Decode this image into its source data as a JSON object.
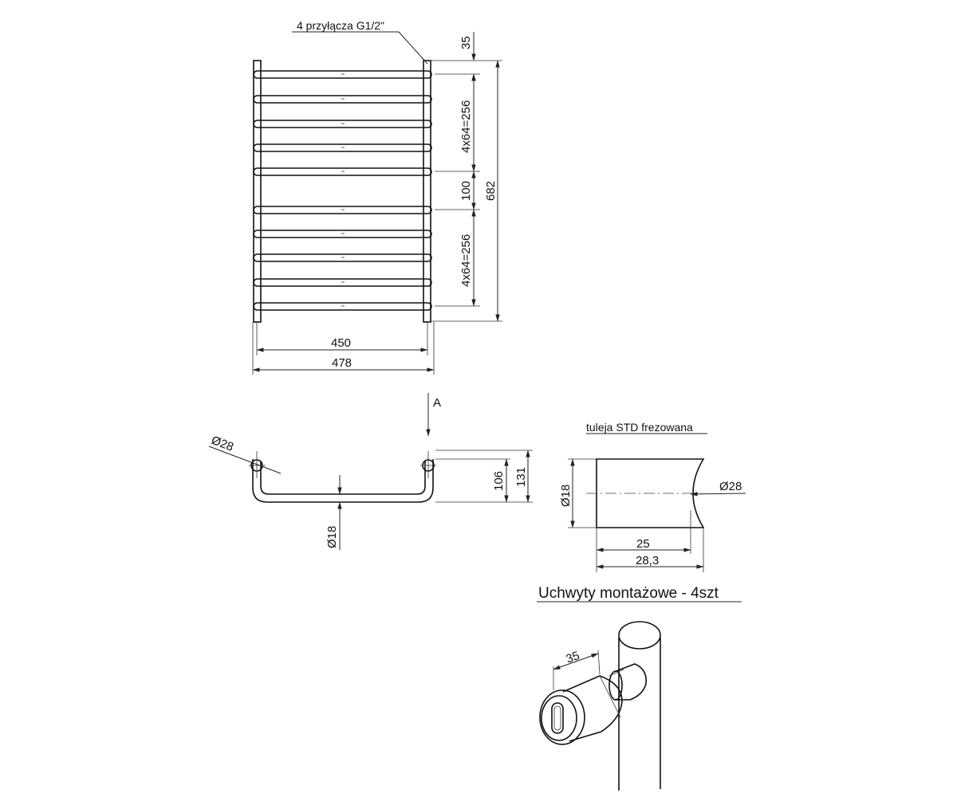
{
  "front_view": {
    "connections_note": "4 przyłącza G1/2\"",
    "dim_top_offset": "35",
    "dim_upper_group": "4x64=256",
    "dim_middle_gap": "100",
    "dim_lower_group": "4x64=256",
    "dim_total_height": "682",
    "dim_inner_width": "450",
    "dim_outer_width": "478"
  },
  "top_view": {
    "view_marker": "A",
    "dim_pipe_diameter": "Ø28",
    "dim_rung_diameter": "Ø18",
    "dim_depth_inner": "106",
    "dim_depth_outer": "131"
  },
  "sleeve_detail": {
    "title": "tuleja STD frezowana",
    "dim_diameter": "Ø18",
    "dim_mill_diameter": "Ø28",
    "dim_length": "25",
    "dim_total_length": "28,3"
  },
  "brackets": {
    "title": "Uchwyty montażowe - 4szt",
    "dim_offset": "35"
  }
}
